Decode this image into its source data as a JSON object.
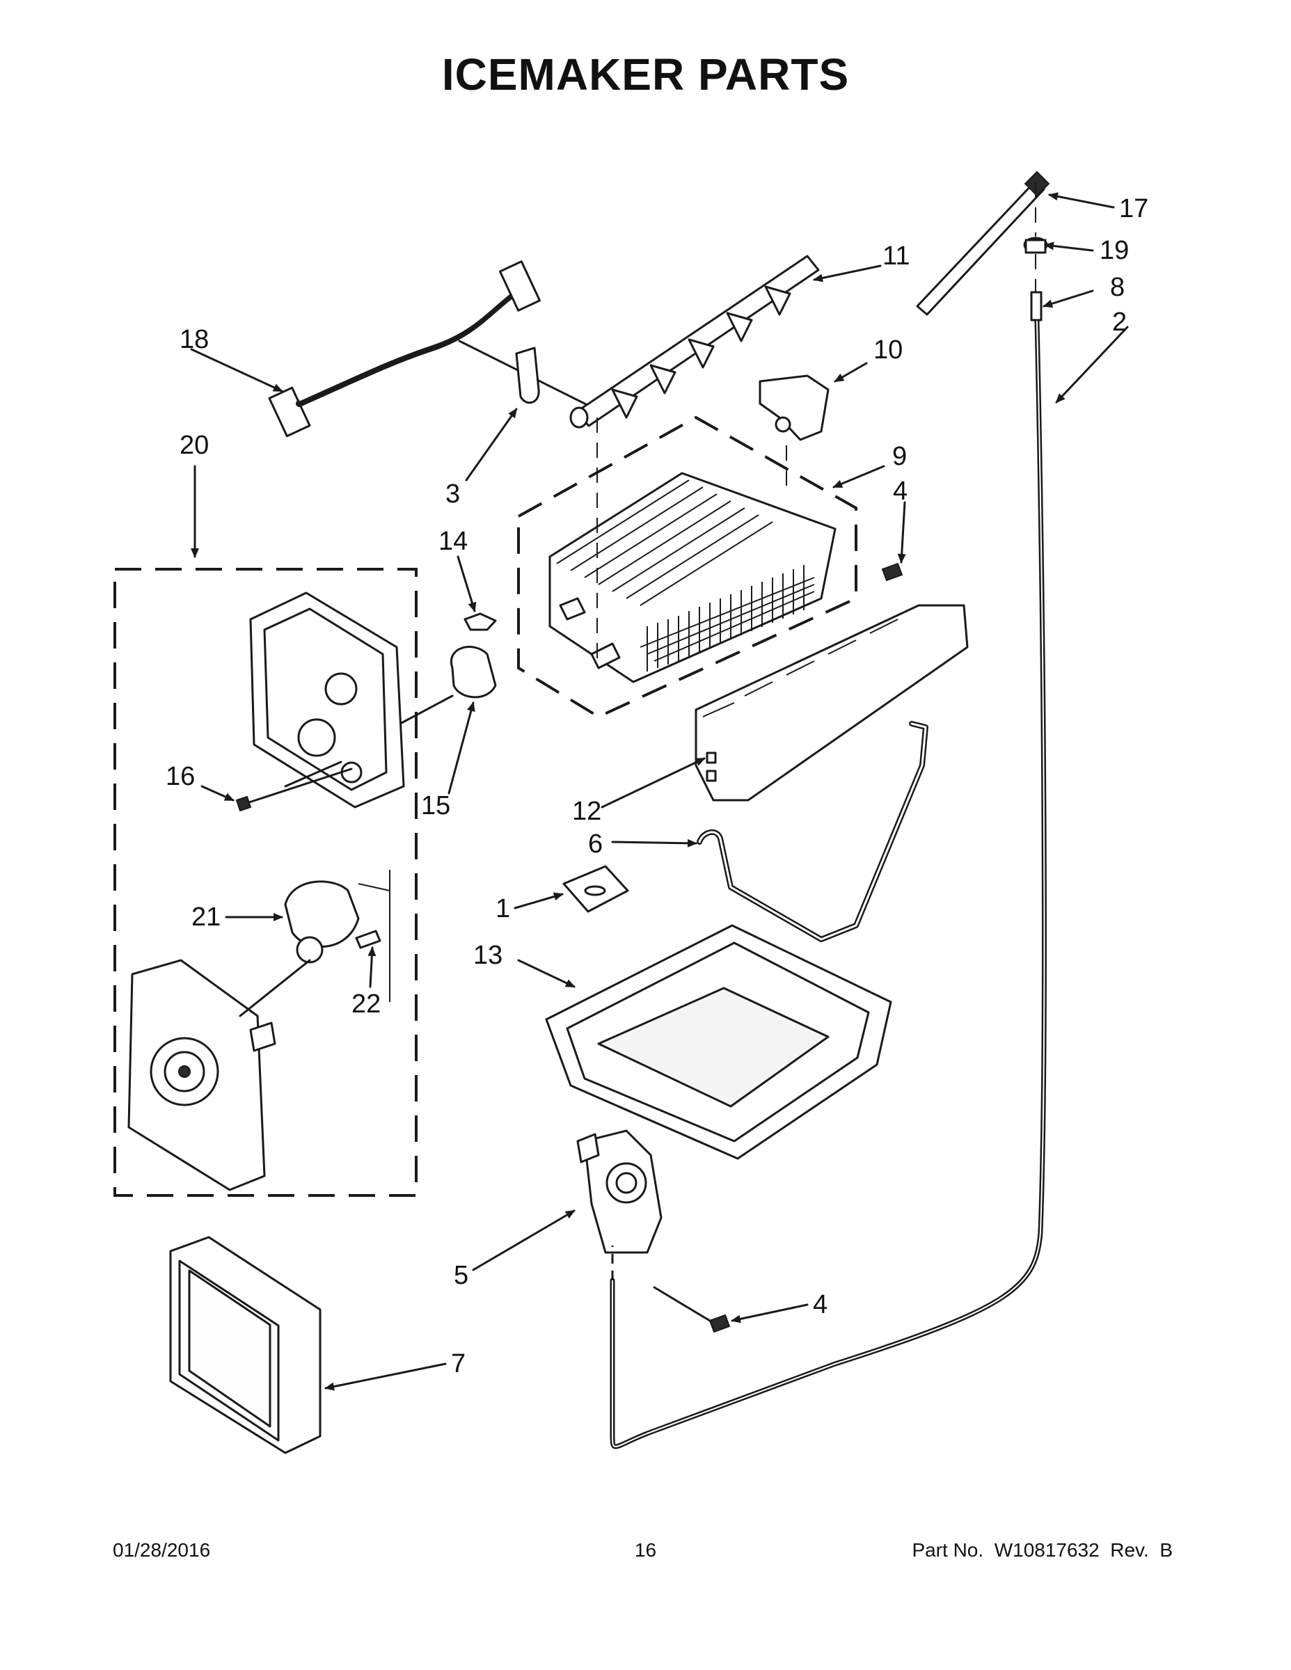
{
  "title": "ICEMAKER PARTS",
  "footer": {
    "date": "01/28/2016",
    "page": "16",
    "part_number": "Part No.  W10817632  Rev.  B"
  },
  "callouts": {
    "c1": "1",
    "c2": "2",
    "c3": "3",
    "c4a": "4",
    "c4b": "4",
    "c5": "5",
    "c6": "6",
    "c7": "7",
    "c8": "8",
    "c9": "9",
    "c10": "10",
    "c11": "11",
    "c12": "12",
    "c13": "13",
    "c14": "14",
    "c15": "15",
    "c16": "16",
    "c17": "17",
    "c18": "18",
    "c19": "19",
    "c20": "20",
    "c21": "21",
    "c22": "22"
  }
}
